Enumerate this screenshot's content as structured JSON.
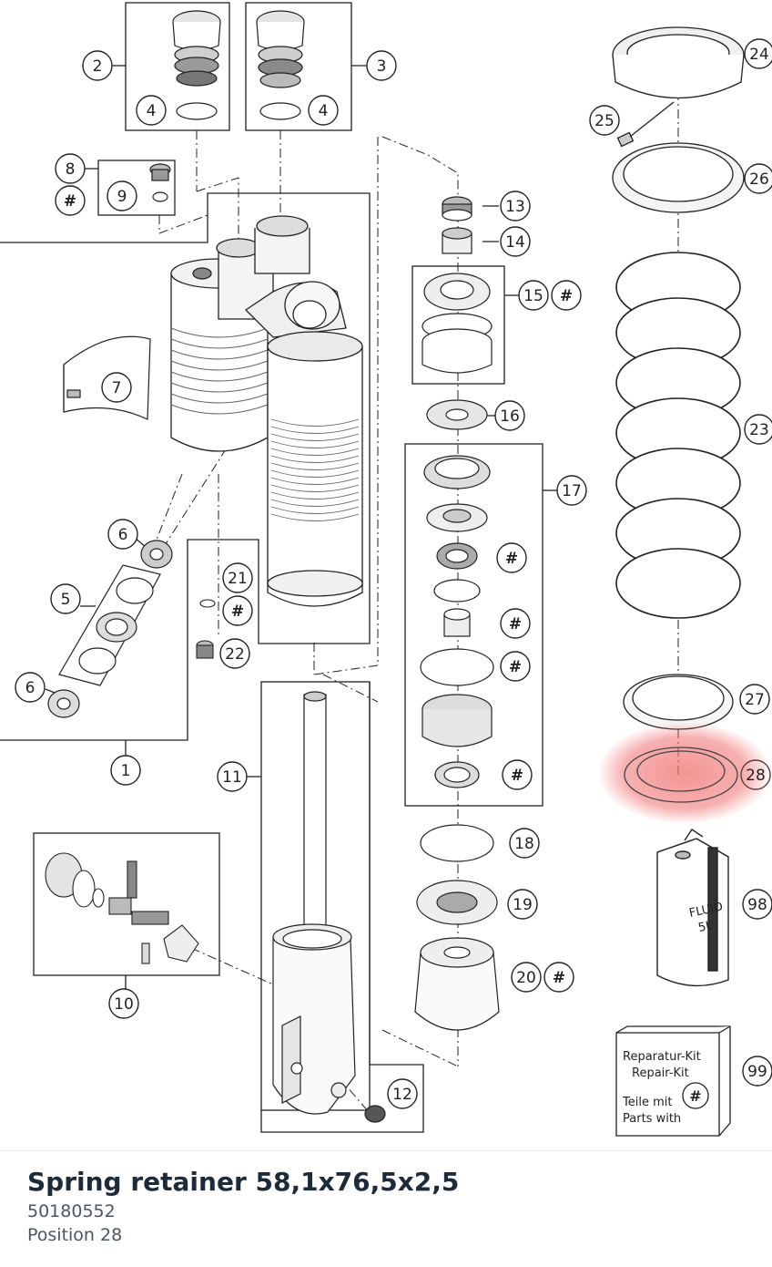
{
  "diagram": {
    "callouts": [
      {
        "id": "c1",
        "label": "1"
      },
      {
        "id": "c2",
        "label": "2"
      },
      {
        "id": "c3",
        "label": "3"
      },
      {
        "id": "c4a",
        "label": "4"
      },
      {
        "id": "c4b",
        "label": "4"
      },
      {
        "id": "c5",
        "label": "5"
      },
      {
        "id": "c6a",
        "label": "6"
      },
      {
        "id": "c6b",
        "label": "6"
      },
      {
        "id": "c7",
        "label": "7"
      },
      {
        "id": "c8",
        "label": "8"
      },
      {
        "id": "c9",
        "label": "9"
      },
      {
        "id": "c10",
        "label": "10"
      },
      {
        "id": "c11",
        "label": "11"
      },
      {
        "id": "c12",
        "label": "12"
      },
      {
        "id": "c13",
        "label": "13"
      },
      {
        "id": "c14",
        "label": "14"
      },
      {
        "id": "c15",
        "label": "15"
      },
      {
        "id": "c16",
        "label": "16"
      },
      {
        "id": "c17",
        "label": "17"
      },
      {
        "id": "c18",
        "label": "18"
      },
      {
        "id": "c19",
        "label": "19"
      },
      {
        "id": "c20",
        "label": "20"
      },
      {
        "id": "c21",
        "label": "21"
      },
      {
        "id": "c22",
        "label": "22"
      },
      {
        "id": "c23",
        "label": "23"
      },
      {
        "id": "c24",
        "label": "24"
      },
      {
        "id": "c25",
        "label": "25"
      },
      {
        "id": "c26",
        "label": "26"
      },
      {
        "id": "c27",
        "label": "27"
      },
      {
        "id": "c28",
        "label": "28"
      },
      {
        "id": "c98",
        "label": "98"
      },
      {
        "id": "c99",
        "label": "99"
      },
      {
        "id": "h1",
        "label": "#"
      },
      {
        "id": "h2",
        "label": "#"
      },
      {
        "id": "h3",
        "label": "#"
      },
      {
        "id": "h4",
        "label": "#"
      },
      {
        "id": "h5",
        "label": "#"
      },
      {
        "id": "h6",
        "label": "#"
      },
      {
        "id": "h7",
        "label": "#"
      },
      {
        "id": "h8",
        "label": "#"
      },
      {
        "id": "h9",
        "label": "#"
      },
      {
        "id": "h10",
        "label": "#"
      }
    ],
    "highlighted_position": "28",
    "fluid_can": {
      "line1": "FLUID",
      "line2": "5L"
    },
    "repair_kit": {
      "line1": "Reparatur-Kit",
      "line2": "Repair-Kit",
      "line3": "Teile mit",
      "line4": "Parts with",
      "mark": "#"
    },
    "highlight_color": "#f06a6a"
  },
  "part": {
    "name": "Spring retainer 58,1x76,5x2,5",
    "number": "50180552",
    "position": "Position 28"
  }
}
